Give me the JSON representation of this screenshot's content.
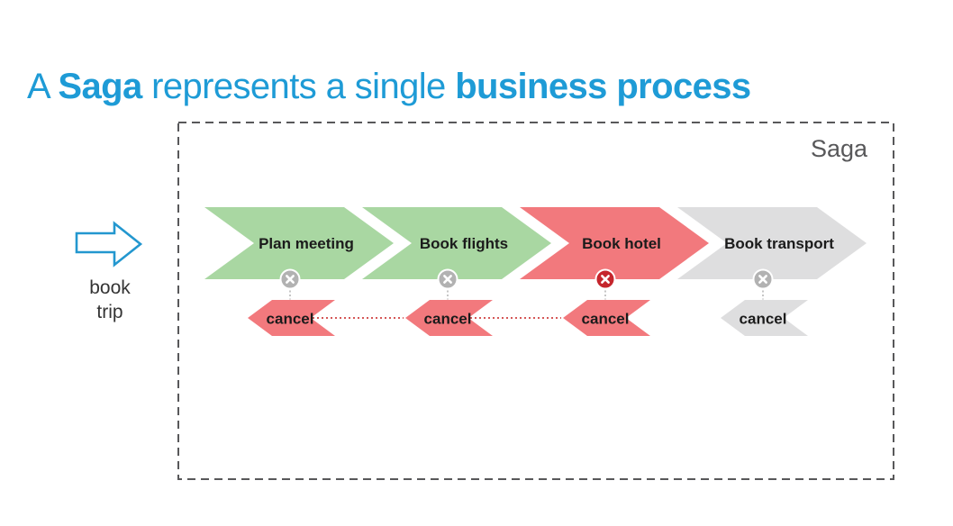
{
  "title": {
    "parts": [
      {
        "text": "A ",
        "bold": false
      },
      {
        "text": "Saga",
        "bold": true
      },
      {
        "text": " represents a single ",
        "bold": false
      },
      {
        "text": "business process",
        "bold": true
      }
    ],
    "color": "#1e9bd6"
  },
  "trigger": {
    "line1": "book",
    "line2": "trip",
    "arrow_color": "#2397cf"
  },
  "box": {
    "label": "Saga",
    "border_color": "#58585a"
  },
  "diagram": {
    "steps": [
      {
        "label": "Plan meeting",
        "color": "#a9d7a2",
        "status": "compensated",
        "status_icon": "x-circle",
        "status_color": "#b2b2b2",
        "cancel_label": "cancel",
        "cancel_color": "#f2797d"
      },
      {
        "label": "Book flights",
        "color": "#a9d7a2",
        "status": "compensated",
        "status_icon": "x-circle",
        "status_color": "#b2b2b2",
        "cancel_label": "cancel",
        "cancel_color": "#f2797d"
      },
      {
        "label": "Book hotel",
        "color": "#f2797d",
        "status": "failed",
        "status_icon": "x-circle",
        "status_color": "#c5262d",
        "cancel_label": "cancel",
        "cancel_color": "#f2797d"
      },
      {
        "label": "Book transport",
        "color": "#dededf",
        "status": "not-run",
        "status_icon": "x-circle",
        "status_color": "#b2b2b2",
        "cancel_label": "cancel",
        "cancel_color": "#dededf"
      }
    ],
    "compensation_links": [
      {
        "from_step": 2,
        "to_step": 1
      },
      {
        "from_step": 1,
        "to_step": 0
      }
    ],
    "link_color": "#cf4040"
  }
}
